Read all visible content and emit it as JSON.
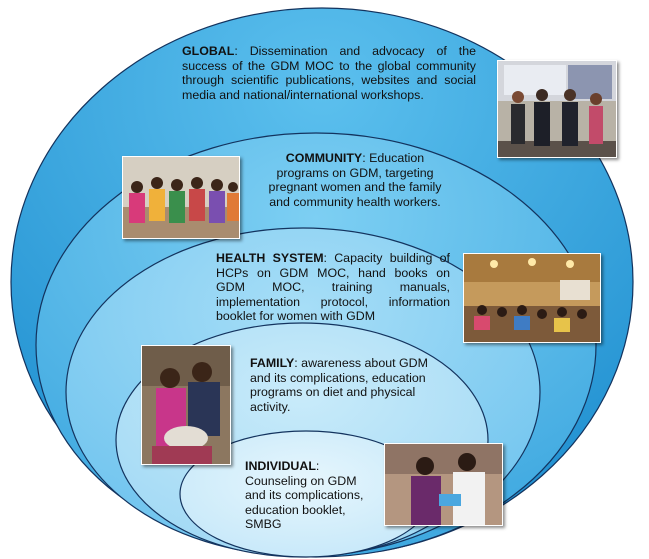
{
  "levels": [
    {
      "key": "global",
      "heading": "GLOBAL",
      "text": ": Dissemination and advocacy of the success of the GDM MOC to the global community through scientific publications, websites and social media and national/international workshops.",
      "photo": "conference-group-photo"
    },
    {
      "key": "community",
      "heading": "COMMUNITY",
      "text": ": Education programs on GDM, targeting pregnant women and the family and community health workers.",
      "photo": "community-women-photo"
    },
    {
      "key": "health_system",
      "heading": "HEALTH SYSTEM",
      "text": ": Capacity building of HCPs on GDM MOC, hand books on GDM MOC, training manuals, implementation protocol, information booklet for women with GDM",
      "photo": "training-hall-photo"
    },
    {
      "key": "family",
      "heading": "FAMILY",
      "text": ": awareness about GDM and its complications, education programs on diet and physical activity.",
      "photo": "family-with-baby-photo"
    },
    {
      "key": "individual",
      "heading": "INDIVIDUAL",
      "text": ": Counseling on GDM and its complications, education booklet, SMBG",
      "photo": "counseling-photo"
    }
  ],
  "colors": {
    "outer": "#2a9ad8",
    "community": "#4fb3e6",
    "health_system": "#80cbf0",
    "family": "#aedef6",
    "individual": "#d3eefa",
    "outline": "#13335e"
  }
}
